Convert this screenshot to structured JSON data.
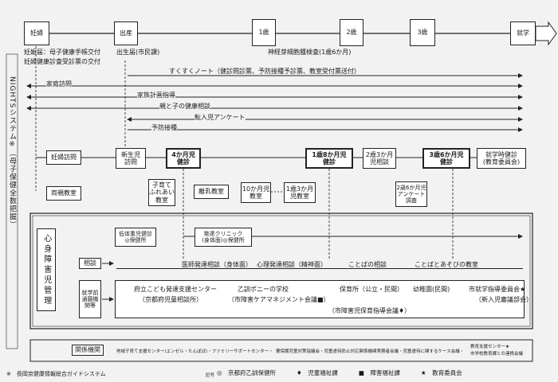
{
  "timeline": {
    "stages": [
      "妊婦",
      "出産",
      "1歳",
      "2歳",
      "3歳",
      "就学"
    ],
    "notes": {
      "pregnancy_1": "妊娠届：母子健康手帳交付",
      "pregnancy_2": "妊婦健康診査受診票の交付",
      "birth": "出生届(市民課)",
      "neuroblastoma": "神経芽細胞腫検査(1歳6か月)"
    }
  },
  "side_label": "NIGHTSシステム※（母子保健全数把握）",
  "arrows": {
    "sukusuku": "すくすくノート（健診問診票、予防接種予診票、教室受付票送付）",
    "home_visit": "家庭訪問",
    "family_planning": "家族計画指導",
    "parent_child": "親と子の健康相談",
    "transfer": "転入児アンケート",
    "vaccination": "予防接種"
  },
  "services": {
    "pregnant_visit": "妊婦訪問",
    "parent_class": "両親教室",
    "newborn_visit": "新生児\n訪問",
    "checkup_4m": "4か月児\n健診",
    "parenting_class": "子育て\nふれあい\n教室",
    "weaning_class": "離乳教室",
    "class_10m": "10か月児\n教室",
    "consult_1y3m": "1歳3か月\n児教室",
    "checkup_1y8m": "1歳8か月児\n健診",
    "consult_2y3m": "2歳3か月\n児相談",
    "survey_2y6m": "2歳6か月児\nアンケート\n調査",
    "checkup_3y6m": "3歳6か月児\n健診",
    "school_checkup": "就学時健診\n(教育委員会)"
  },
  "disability": {
    "title": "心身障害児管理",
    "low_weight": "低体重児健診\n◎保健所",
    "dev_clinic": "発達クリニック\n(身体面)◎保健所",
    "consult_label": "相談",
    "consult_row": [
      "医師発達相談（身体面）",
      "心理発達相談（精神面）",
      "ことばの相談",
      "ことばとあそびの教室"
    ],
    "pre_school_label": "就学前通園機関等",
    "facilities_1": [
      "府立こども発達支援センター",
      "乙訓ポニーの学校",
      "保育所（公立・民間）",
      "幼稚園(民間)",
      "市就学指導委員会★"
    ],
    "facilities_2": [
      "（京都府児童相談所）",
      "（市障害ケアマネジメント会議■）",
      "（市障害児保育指導会議♦）",
      "（新入児審議部会）"
    ]
  },
  "related": {
    "label": "関係機関",
    "left": "地域子育て支援センター(エンゼル・たんぽぽ)・ファミリーサポートセンター・",
    "middle": "要保護児童対策協議会・児童虐待防止対応関係機関実務者会議・児童虐待に関するケース会議・",
    "right_1": "教育支援センター★",
    "right_2": "市学校教育課との連携会議"
  },
  "footer": {
    "note": "※　長岡京健康情報総合ガイドシステム",
    "legend_label": "記号",
    "legend": [
      {
        "symbol": "◎",
        "text": "京都府乙訓保健所"
      },
      {
        "symbol": "♦",
        "text": "児童福祉課"
      },
      {
        "symbol": "■",
        "text": "障害福祉課"
      },
      {
        "symbol": "★",
        "text": "教育委員会"
      }
    ]
  }
}
